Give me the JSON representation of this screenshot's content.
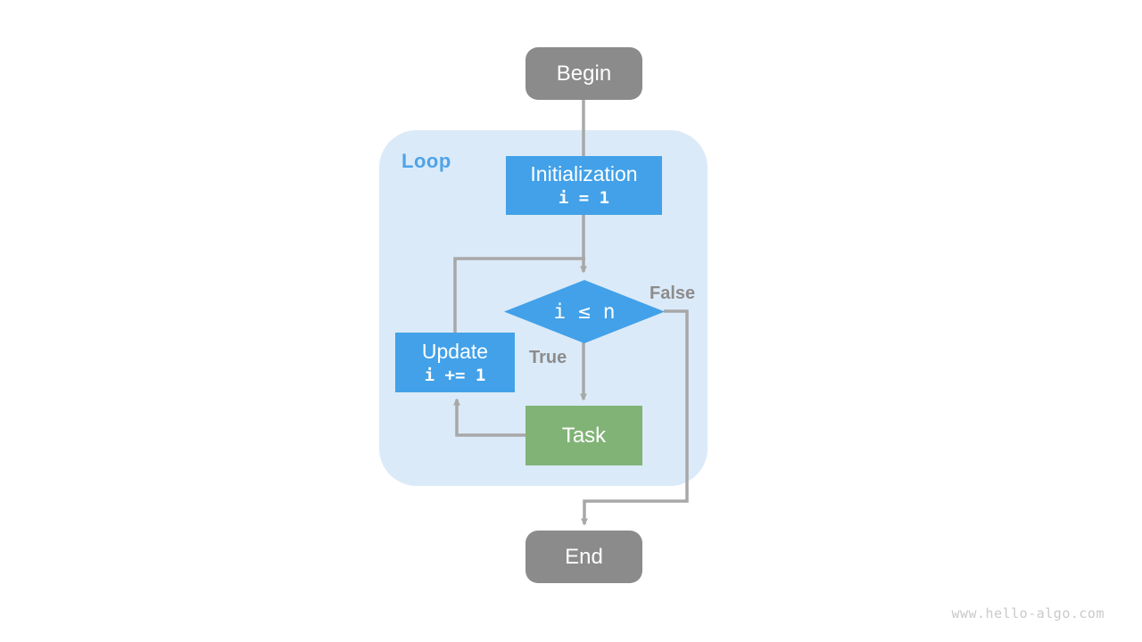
{
  "diagram": {
    "type": "flowchart",
    "region_label": "Loop",
    "nodes": {
      "begin": {
        "label": "Begin",
        "shape": "rounded-terminal",
        "color": "#8b8b8b"
      },
      "initialization": {
        "label": "Initialization",
        "code": "i = 1",
        "shape": "process",
        "color": "#42a1e8"
      },
      "condition": {
        "code": "i ≤ n",
        "shape": "diamond",
        "color": "#42a1e8"
      },
      "update": {
        "label": "Update",
        "code": "i += 1",
        "shape": "process",
        "color": "#42a1e8"
      },
      "task": {
        "label": "Task",
        "shape": "process",
        "color": "#81b377"
      },
      "end": {
        "label": "End",
        "shape": "rounded-terminal",
        "color": "#8b8b8b"
      }
    },
    "edges": [
      {
        "from": "begin",
        "to": "condition",
        "label": ""
      },
      {
        "from": "initialization",
        "to": "condition",
        "label": ""
      },
      {
        "from": "condition",
        "to": "task",
        "label": "True"
      },
      {
        "from": "task",
        "to": "update",
        "label": ""
      },
      {
        "from": "update",
        "to": "condition",
        "label": ""
      },
      {
        "from": "condition",
        "to": "end",
        "label": "False"
      }
    ],
    "edge_labels": {
      "true": "True",
      "false": "False"
    },
    "colors": {
      "loop_background": "#dbeaf8",
      "loop_label": "#4ea3e9",
      "arrow": "#a8a8a8",
      "edge_label_text": "#8c8c8c",
      "node_text": "#ffffff"
    }
  },
  "watermark": {
    "text": "www.hello-algo.com"
  }
}
